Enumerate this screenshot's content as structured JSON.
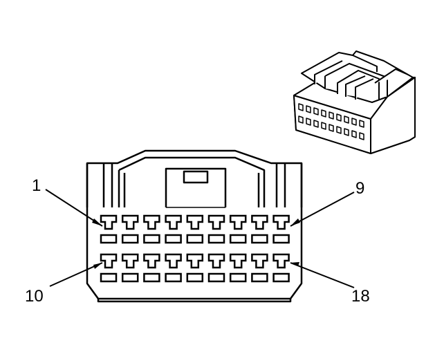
{
  "diagram": {
    "stroke_color": "#000000",
    "fill_color": "#ffffff",
    "pin_labels": {
      "row1_first": "1",
      "row1_last": "9",
      "row2_first": "10",
      "row2_last": "18"
    },
    "rows": [
      {
        "row": 1,
        "terminal_count": 9
      },
      {
        "row": 2,
        "terminal_count": 9
      }
    ]
  }
}
